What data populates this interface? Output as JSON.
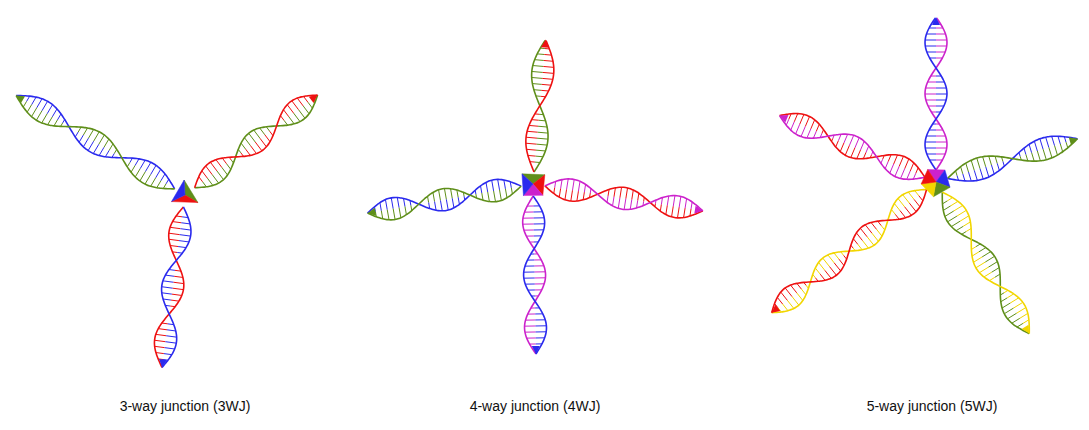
{
  "diagram": {
    "labels": [
      "3-way junction (3WJ)",
      "4-way junction (4WJ)",
      "5-way junction (5WJ)"
    ]
  }
}
